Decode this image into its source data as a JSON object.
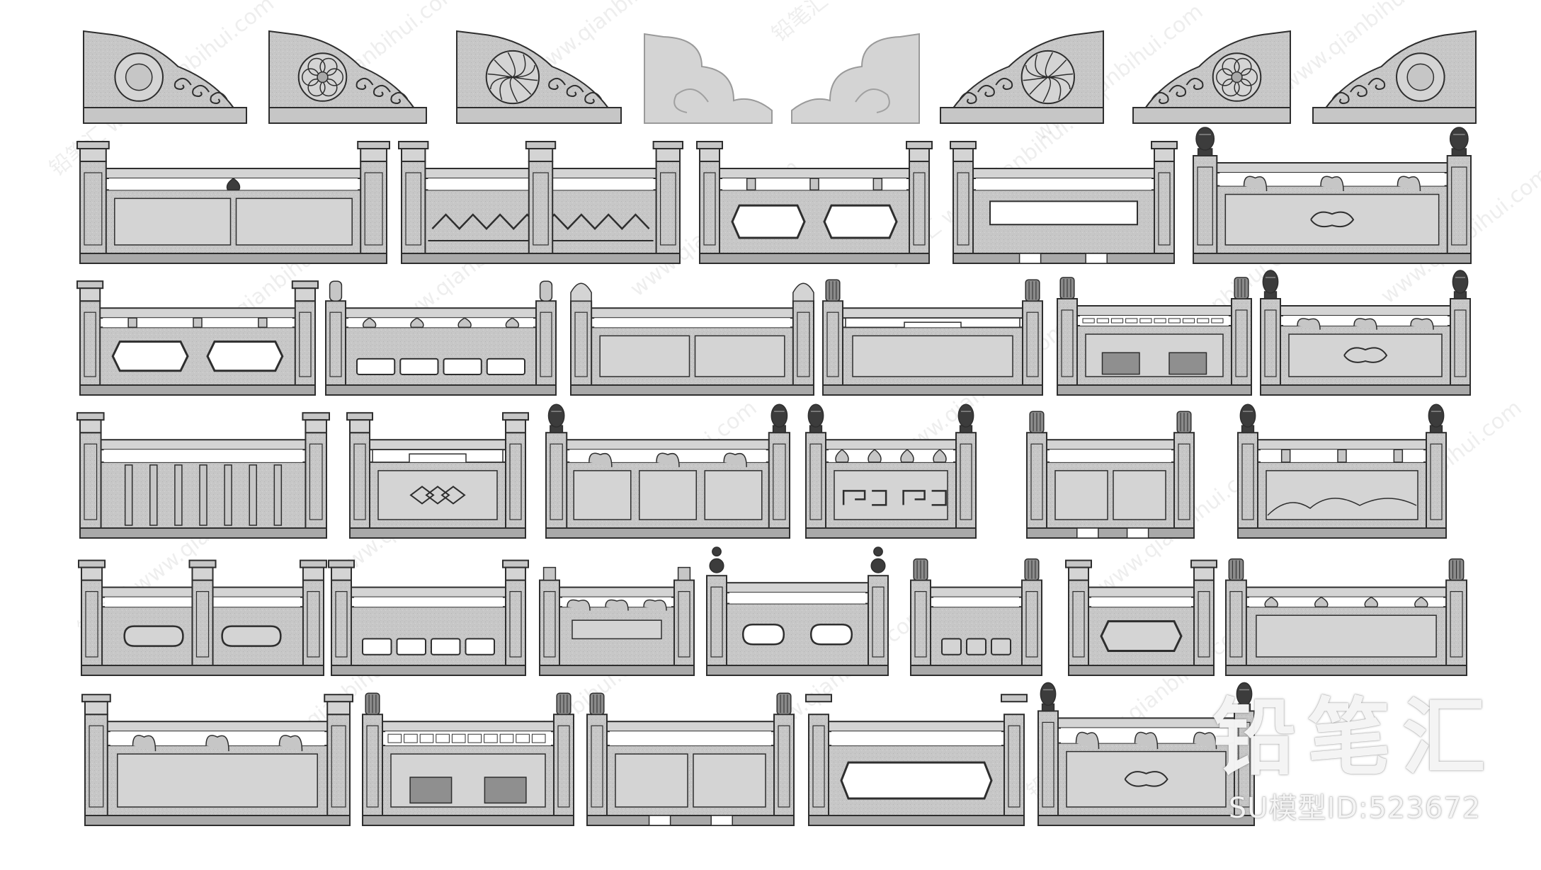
{
  "watermark": {
    "logo_text": "铅笔汇",
    "url_text": "www.qianbihui.com",
    "model_id": "SU模型ID:523672"
  },
  "palette": {
    "stone": "#c6c6c6",
    "stone_light": "#d4d4d4",
    "stone_dark": "#a9a9a9",
    "line": "#2e2e2e",
    "void": "#ffffff",
    "cap_dark": "#3c3c3c"
  },
  "rows": [
    {
      "kind": "ornaments",
      "items": [
        {
          "id": "end-piece-circle-left",
          "motif": "circle-scroll"
        },
        {
          "id": "end-piece-flower-left",
          "motif": "flower-scroll"
        },
        {
          "id": "end-piece-pinwheel-left",
          "motif": "pinwheel-cloud"
        },
        {
          "id": "end-piece-plain-cloud-left",
          "motif": "plain-cloud"
        },
        {
          "id": "end-piece-plain-cloud-right",
          "motif": "plain-cloud"
        },
        {
          "id": "end-piece-pinwheel-right",
          "motif": "pinwheel-cloud"
        },
        {
          "id": "end-piece-flower-right",
          "motif": "flower-scroll"
        },
        {
          "id": "end-piece-circle-right",
          "motif": "circle-scroll"
        }
      ]
    },
    {
      "kind": "railings",
      "items": [
        {
          "id": "railing-1-1",
          "posts": 2,
          "cap": "square",
          "top": "rail-vase",
          "panel": "two-panels"
        },
        {
          "id": "railing-1-2",
          "posts": 3,
          "cap": "square",
          "top": "rail",
          "panel": "zigzag-lines"
        },
        {
          "id": "railing-1-3",
          "posts": 2,
          "cap": "square",
          "top": "rail-slots",
          "panel": "two-octagons"
        },
        {
          "id": "railing-1-4",
          "posts": 2,
          "cap": "square",
          "top": "rail",
          "panel": "notched-rect-feet"
        },
        {
          "id": "railing-1-5",
          "posts": 2,
          "cap": "dark-lotus",
          "top": "rail-scroll",
          "panel": "cloud-scrolls"
        }
      ]
    },
    {
      "kind": "railings",
      "items": [
        {
          "id": "railing-2-1",
          "posts": 2,
          "cap": "square",
          "top": "rail-slots",
          "panel": "two-octagons"
        },
        {
          "id": "railing-2-2",
          "posts": 2,
          "cap": "round-tall",
          "top": "rail-vases",
          "panel": "small-windows"
        },
        {
          "id": "railing-2-3",
          "posts": 2,
          "cap": "dome",
          "top": "rail",
          "panel": "two-panels"
        },
        {
          "id": "railing-2-4",
          "posts": 2,
          "cap": "ribbed",
          "top": "rail-arch",
          "panel": "one-panel"
        },
        {
          "id": "railing-2-5",
          "posts": 2,
          "cap": "ribbed",
          "top": "rail-fret",
          "panel": "carved-scenes"
        },
        {
          "id": "railing-2-6",
          "posts": 2,
          "cap": "dark-lotus",
          "top": "rail-scroll",
          "panel": "cloud-frame"
        }
      ]
    },
    {
      "kind": "railings",
      "items": [
        {
          "id": "railing-3-1",
          "posts": 2,
          "cap": "square",
          "top": "rail",
          "panel": "balusters"
        },
        {
          "id": "railing-3-2",
          "posts": 2,
          "cap": "square",
          "top": "rail-arch",
          "panel": "diamond-knot"
        },
        {
          "id": "railing-3-3",
          "posts": 2,
          "cap": "dark-lotus",
          "top": "rail-scroll",
          "panel": "three-panels"
        },
        {
          "id": "railing-3-4",
          "posts": 2,
          "cap": "dark-lotus",
          "top": "rail-vases",
          "panel": "fret-pattern"
        },
        {
          "id": "railing-3-5",
          "posts": 2,
          "cap": "ribbed",
          "top": "rail",
          "panel": "two-panels-feet"
        },
        {
          "id": "railing-3-6",
          "posts": 2,
          "cap": "dark-lotus",
          "top": "rail-slots",
          "panel": "mountains"
        }
      ]
    },
    {
      "kind": "railings",
      "items": [
        {
          "id": "railing-4-1",
          "posts": 3,
          "cap": "square",
          "top": "rail",
          "panel": "two-bones"
        },
        {
          "id": "railing-4-2",
          "posts": 2,
          "cap": "square",
          "top": "rail-open",
          "panel": "small-windows"
        },
        {
          "id": "railing-4-3",
          "posts": 2,
          "cap": "thin",
          "top": "rail-scroll",
          "panel": "one-panel-open"
        },
        {
          "id": "railing-4-4",
          "posts": 2,
          "cap": "dark-gourd",
          "top": "rail",
          "panel": "two-bones-solid"
        },
        {
          "id": "railing-4-5",
          "posts": 2,
          "cap": "ribbed",
          "top": "rail-open",
          "panel": "three-squares"
        },
        {
          "id": "railing-4-6",
          "posts": 2,
          "cap": "square",
          "top": "rail-open",
          "panel": "octagon-frame"
        },
        {
          "id": "railing-4-7",
          "posts": 2,
          "cap": "ribbed",
          "top": "rail-vases",
          "panel": "solid-slab"
        }
      ]
    },
    {
      "kind": "railings",
      "items": [
        {
          "id": "railing-5-1",
          "posts": 2,
          "cap": "square",
          "top": "rail-knot",
          "panel": "big-frame"
        },
        {
          "id": "railing-5-2",
          "posts": 2,
          "cap": "ribbed",
          "top": "rail-fret",
          "panel": "carved-scenes"
        },
        {
          "id": "railing-5-3",
          "posts": 2,
          "cap": "ribbed",
          "top": "rail",
          "panel": "two-panels-feet"
        },
        {
          "id": "railing-5-4",
          "posts": 2,
          "cap": "square-flat",
          "top": "rail",
          "panel": "hexagon-slot"
        },
        {
          "id": "railing-5-5",
          "posts": 2,
          "cap": "dark-lotus",
          "top": "rail-scroll",
          "panel": "cloud-frame"
        }
      ]
    }
  ]
}
